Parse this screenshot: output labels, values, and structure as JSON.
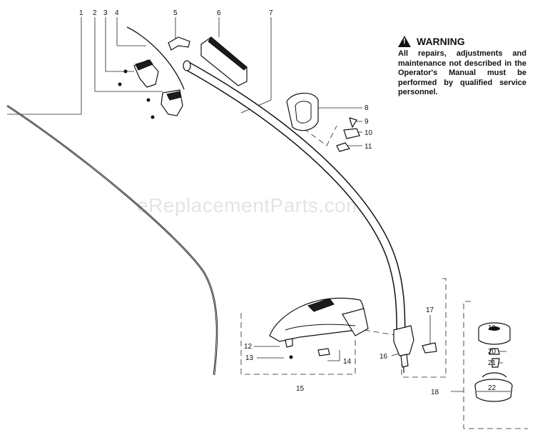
{
  "watermark": "eReplacementParts.com",
  "warning": {
    "title": "WARNING",
    "text": "All repairs, adjustments and maintenance not described in the Operator's Manual must be performed by qualified service personnel."
  },
  "callouts": {
    "c1": "1",
    "c2": "2",
    "c3": "3",
    "c4": "4",
    "c5": "5",
    "c6": "6",
    "c7": "7",
    "c8": "8",
    "c9": "9",
    "c10": "10",
    "c11": "11",
    "c12": "12",
    "c13": "13",
    "c14": "14",
    "c15": "15",
    "c16": "16",
    "c17": "17",
    "c18": "18",
    "c19": "19",
    "c20": "20",
    "c21": "21",
    "c22": "22"
  },
  "icons": {
    "warning": "warning-triangle-icon"
  }
}
